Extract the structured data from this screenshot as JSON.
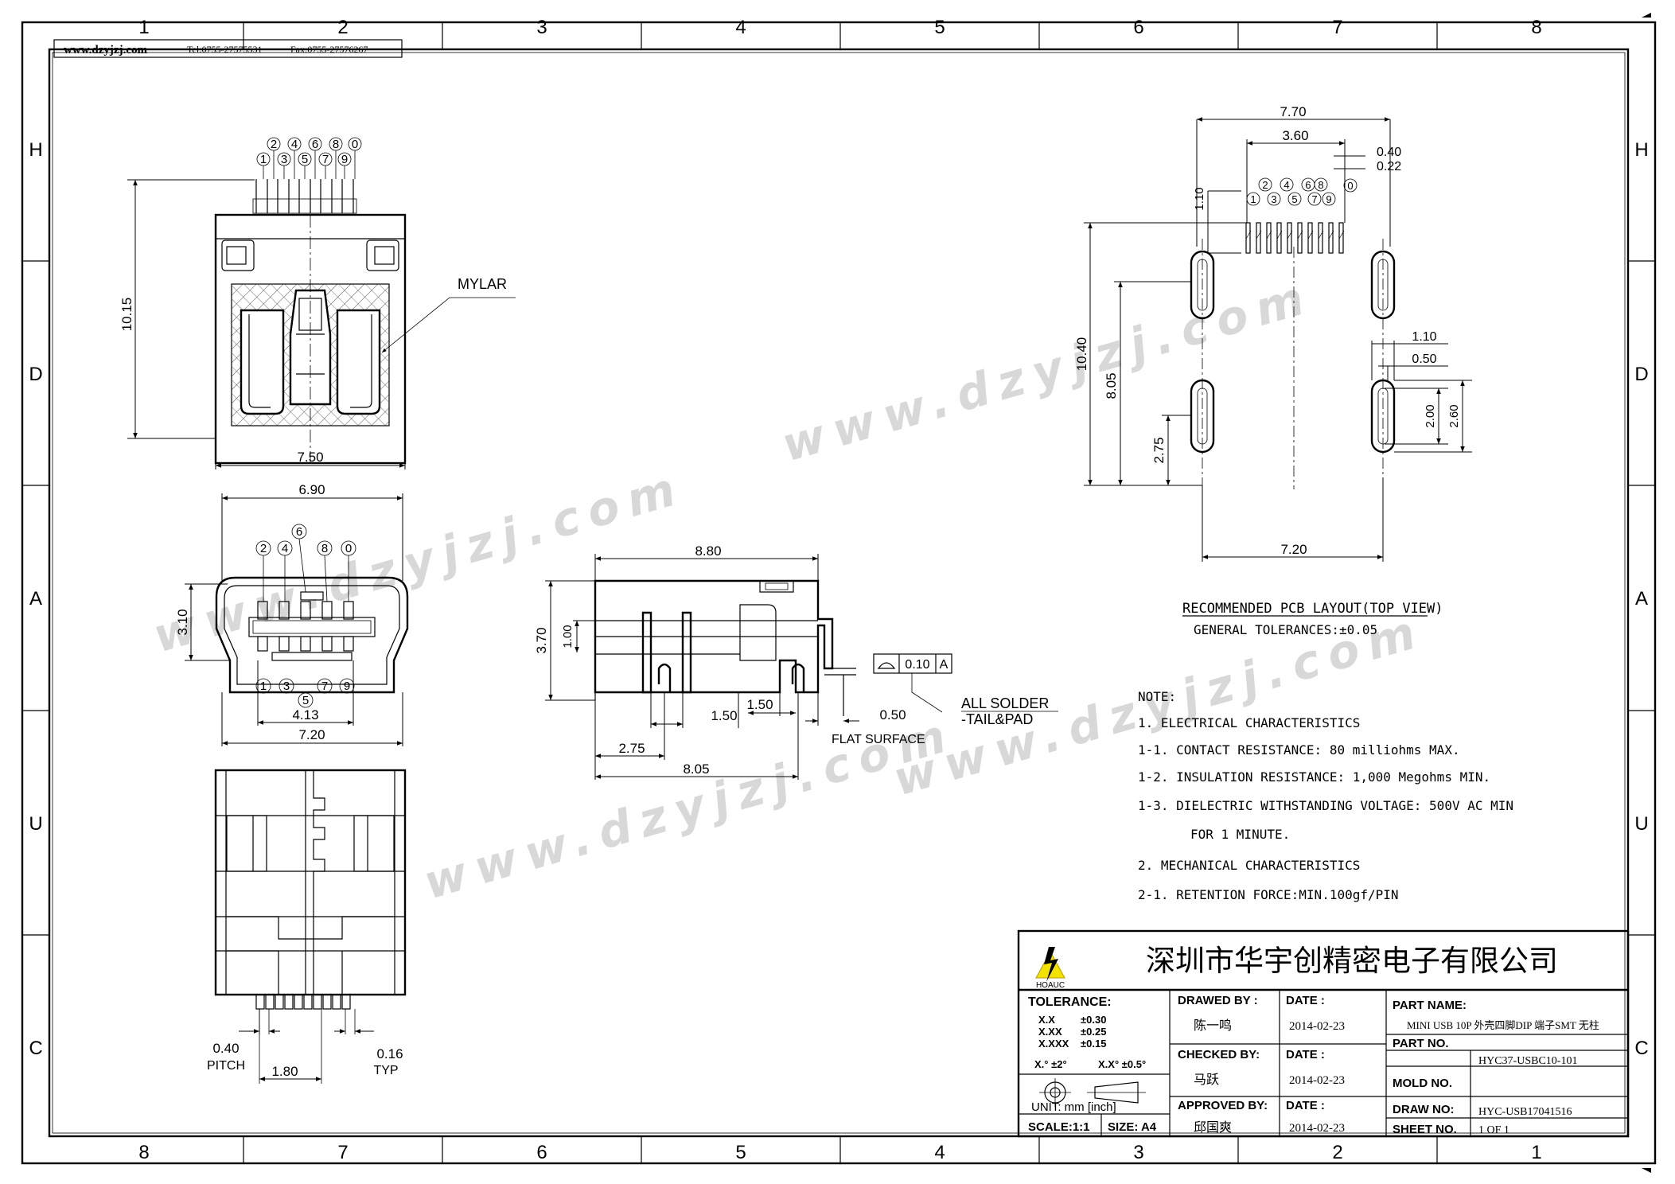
{
  "header_url": "www.dzyjzj.com",
  "header_tel": "Tel:0755-27575531",
  "header_fax": "Fax:0755-27576267",
  "border": {
    "top_numbers": [
      "1",
      "2",
      "3",
      "4",
      "5",
      "6",
      "7",
      "8"
    ],
    "bottom_numbers": [
      "8",
      "7",
      "6",
      "5",
      "4",
      "3",
      "2",
      "1"
    ],
    "left_letters": [
      "H",
      "D",
      "A",
      "U",
      "C"
    ],
    "right_letters": [
      "H",
      "D",
      "A",
      "U",
      "C"
    ]
  },
  "watermark": "www.dzyjzj.com",
  "views": {
    "front_top": {
      "mylar_label": "MYLAR",
      "dim_height": "10.15",
      "dim_width": "7.50",
      "pins_top": [
        "2",
        "4",
        "6",
        "8",
        "0"
      ],
      "pins_bottom": [
        "1",
        "3",
        "5",
        "7",
        "9"
      ]
    },
    "front_face": {
      "dim_top": "6.90",
      "dim_height": "3.10",
      "dim_inner": "4.13",
      "dim_bottom": "7.20",
      "pins_top": [
        "2",
        "4",
        "6",
        "8",
        "0"
      ],
      "pins_bottom": [
        "1",
        "3",
        "5",
        "7",
        "9"
      ]
    },
    "bottom_view": {
      "pitch_value": "0.40",
      "pitch_label": "PITCH",
      "typ_value": "0.16",
      "typ_label": "TYP",
      "dim_span": "1.80"
    },
    "side_view": {
      "dim_top": "8.80",
      "dim_height": "3.70",
      "dim_small": "1.00",
      "dim_150a": "1.50",
      "dim_150b": "1.50",
      "dim_050": "0.50",
      "dim_275": "2.75",
      "dim_805": "8.05",
      "flat_surface": "FLAT SURFACE",
      "flatness_value": "0.10",
      "flatness_datum": "A",
      "all_solder_1": "ALL SOLDER",
      "all_solder_2": "-TAIL&PAD"
    },
    "pcb_layout": {
      "dim_770": "7.70",
      "dim_360": "3.60",
      "dim_040": "0.40",
      "dim_022": "0.22",
      "dim_110a": "1.10",
      "dim_1040": "10.40",
      "dim_805": "8.05",
      "dim_275": "2.75",
      "dim_110b": "1.10",
      "dim_050": "0.50",
      "dim_200": "2.00",
      "dim_260": "2.60",
      "dim_720": "7.20",
      "pins_top": [
        "2",
        "4",
        "6",
        "8",
        "0"
      ],
      "pins_bottom": [
        "1",
        "3",
        "5",
        "7",
        "9"
      ]
    }
  },
  "notes": {
    "layout_title": "RECOMMENDED PCB LAYOUT(TOP VIEW)",
    "tolerance": "GENERAL TOLERANCES:±0.05",
    "note_head": "NOTE:",
    "lines": [
      "1. ELECTRICAL CHARACTERISTICS",
      "1-1. CONTACT RESISTANCE: 80 milliohms   MAX.",
      "1-2. INSULATION RESISTANCE: 1,000 Megohms MIN.",
      "1-3. DIELECTRIC WITHSTANDING VOLTAGE: 500V AC MIN",
      "FOR 1 MINUTE.",
      "2. MECHANICAL CHARACTERISTICS",
      "2-1. RETENTION FORCE:MIN.100gf/PIN"
    ]
  },
  "title_block": {
    "company": "深圳市华宇创精密电子有限公司",
    "logo_text": "HOAUC",
    "tolerance_head": "TOLERANCE:",
    "tol_rows": [
      [
        "X.X",
        "±0.30"
      ],
      [
        "X.XX",
        "±0.25"
      ],
      [
        "X.XXX",
        "±0.15"
      ]
    ],
    "angle_a": "X.°  ±2°",
    "angle_b": "X.X°  ±0.5°",
    "unit": "UNIT:  mm  [inch]",
    "scale": "SCALE:1:1",
    "size": "SIZE: A4",
    "drawed_by_label": "DRAWED BY :",
    "drawed_by": "陈一鸣",
    "checked_by_label": "CHECKED BY:",
    "checked_by": "马跃",
    "approved_by_label": "APPROVED BY:",
    "approved_by": "邱国爽",
    "date_label": "DATE :",
    "date_1": "2014-02-23",
    "date_2": "2014-02-23",
    "date_3": "2014-02-23",
    "part_name_label": "PART NAME:",
    "part_name": "MINI USB 10P 外壳四脚DIP 端子SMT 无柱",
    "part_no_label": "PART NO.",
    "part_no": "HYC37-USBC10-101",
    "mold_no_label": "MOLD NO.",
    "mold_no": "",
    "draw_no_label": "DRAW NO:",
    "draw_no": "HYC-USB17041516",
    "sheet_no_label": "SHEET NO.",
    "sheet_no": "1 OF 1"
  }
}
